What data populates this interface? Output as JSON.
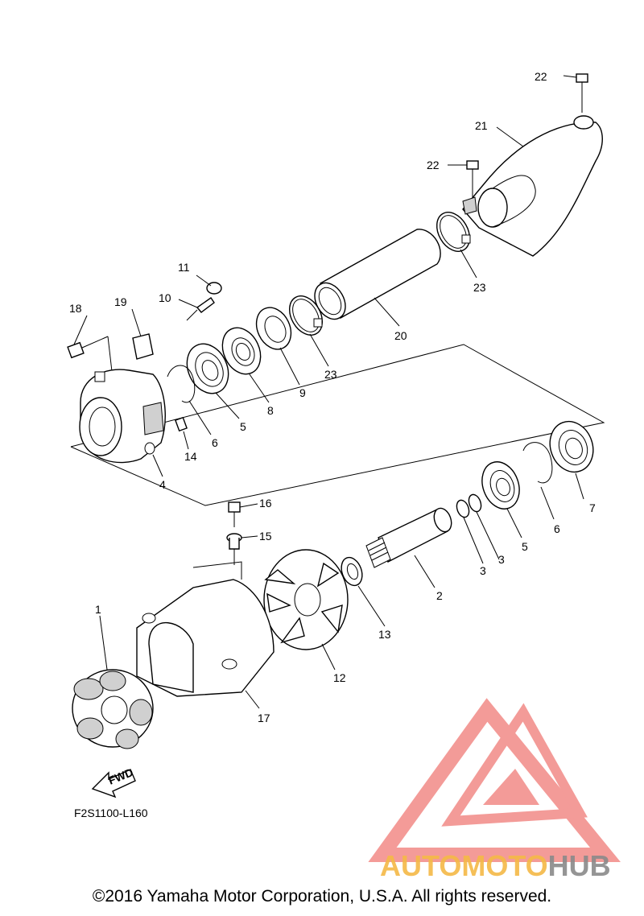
{
  "diagram": {
    "callouts": {
      "c1": "1",
      "c2": "2",
      "c3a": "3",
      "c3b": "3",
      "c4": "4",
      "c5a": "5",
      "c5b": "5",
      "c6a": "6",
      "c6b": "6",
      "c7": "7",
      "c8": "8",
      "c9": "9",
      "c10": "10",
      "c11": "11",
      "c12": "12",
      "c13": "13",
      "c14": "14",
      "c15": "15",
      "c16": "16",
      "c17": "17",
      "c18": "18",
      "c19": "19",
      "c20": "20",
      "c21": "21",
      "c22a": "22",
      "c22b": "22",
      "c23a": "23",
      "c23b": "23"
    },
    "fwd_label": "FWD",
    "drawing_code": "F2S1100-L160"
  },
  "watermark": {
    "brand_auto": "AUTOMOTO",
    "brand_hub": "HUB",
    "colors": {
      "triangle": "#f07a76",
      "auto": "#f5b947",
      "moto": "#f39b72",
      "hub": "#8a8a8a"
    }
  },
  "copyright": "©2016 Yamaha Motor Corporation, U.S.A. All rights reserved."
}
